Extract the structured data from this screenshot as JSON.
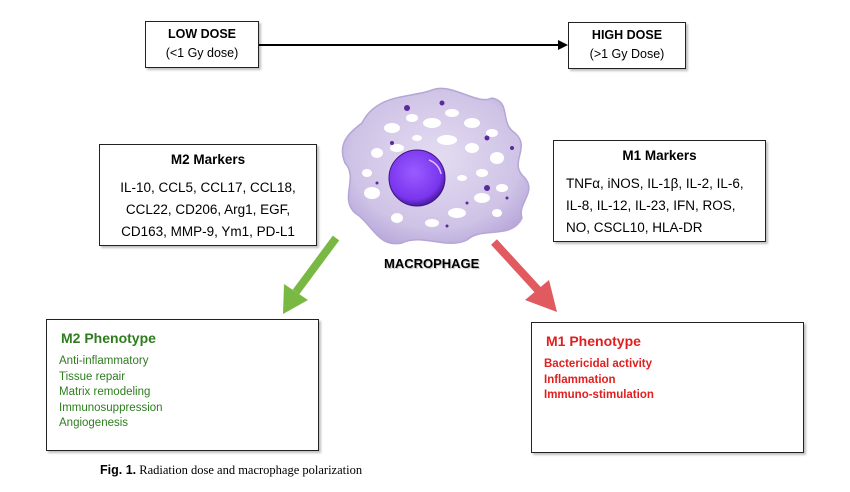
{
  "dose_axis": {
    "low": {
      "title": "LOW DOSE",
      "subtitle": "(<1 Gy dose)"
    },
    "high": {
      "title": "HIGH DOSE",
      "subtitle": "(>1 Gy Dose)"
    }
  },
  "m2_markers": {
    "title": "M2 Markers",
    "lines": [
      "IL-10, CCL5, CCL17, CCL18,",
      "CCL22, CD206, Arg1, EGF,",
      "CD163, MMP-9, Ym1, PD-L1"
    ]
  },
  "m1_markers": {
    "title": "M1 Markers",
    "lines": [
      "TNFα, iNOS, IL-1β, IL-2, IL-6,",
      "IL-8, IL-12, IL-23, IFN, ROS,",
      "NO, CSCL10, HLA-DR"
    ]
  },
  "center": {
    "label": "MACROPHAGE"
  },
  "m2_phenotype": {
    "title": "M2 Phenotype",
    "items": [
      "Anti-inflammatory",
      "Tissue repair",
      "Matrix remodeling",
      "Immunosuppression",
      "Angiogenesis"
    ]
  },
  "m1_phenotype": {
    "title": "M1 Phenotype",
    "items": [
      "Bactericidal activity",
      "Inflammation",
      "Immuno-stimulation"
    ]
  },
  "caption": {
    "label": "Fig. 1.",
    "text": "Radiation dose and macrophage polarization"
  },
  "colors": {
    "m2_arrow": "#78b843",
    "m1_arrow": "#e05a5f",
    "m2_text": "#2e7d1f",
    "m1_text": "#e02020",
    "cell_body": "#cfc4e6",
    "nucleus": "#7a3df0"
  }
}
